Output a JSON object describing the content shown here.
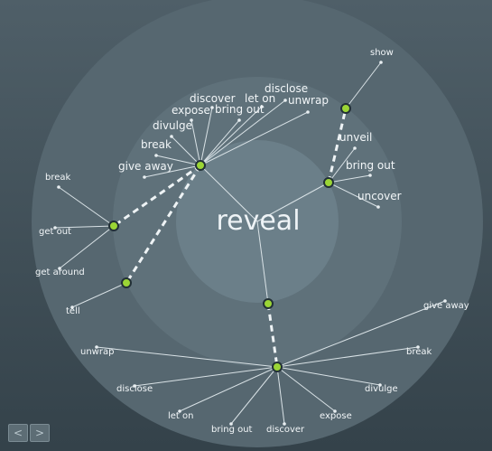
{
  "center_word": "reveal",
  "groups": {
    "top_left": [
      "give away",
      "break",
      "divulge",
      "expose",
      "discover",
      "bring out",
      "let on",
      "disclose",
      "unwrap"
    ],
    "left": [
      "break",
      "get out",
      "get around",
      "tell"
    ],
    "top_right": [
      "show",
      "unveil",
      "bring out",
      "uncover"
    ],
    "bottom": [
      "give away",
      "break",
      "unwrap",
      "disclose",
      "divulge",
      "let on",
      "bring out",
      "discover",
      "expose"
    ]
  },
  "nav": {
    "prev": "<",
    "next": ">"
  },
  "colors": {
    "node": "#9bd535",
    "ring_outer": "#566770",
    "ring_middle": "#5f717a",
    "ring_inner": "#6b7f89"
  }
}
